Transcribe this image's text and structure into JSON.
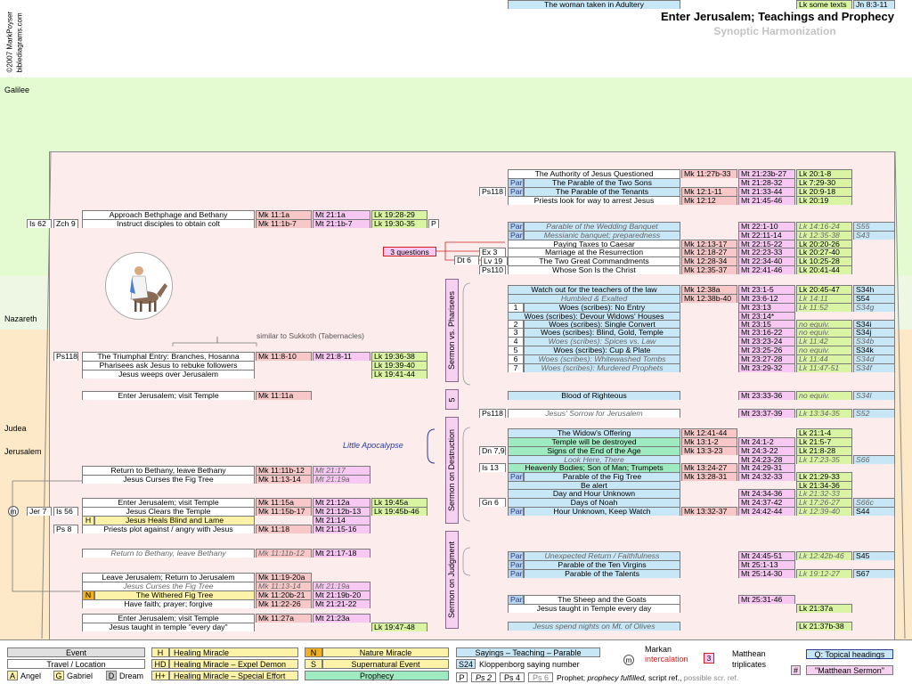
{
  "header": {
    "title": "Enter Jerusalem; Teachings and Prophecy",
    "subtitle": "Synoptic Harmonization",
    "credit": "©2007 MarkPoyser",
    "site": "biblediagrams.com"
  },
  "regions": {
    "galilee": "Galilee",
    "nazareth": "Nazareth",
    "judea": "Judea",
    "jerusalem": "Jerusalem"
  },
  "side": {
    "sermon_pharisees": "Sermon vs. Pharisees",
    "five": "5",
    "sermon_destruction": "Sermon on Destruction",
    "sermon_judgment": "Sermon on Judgment",
    "little_apocalypse": "Little Apocalypse",
    "three_questions": "3 questions",
    "sukkoth": "similar to Sukkoth (Tabernacles)",
    "m": "m",
    "icon": "donkey-rider-icon"
  },
  "left": [
    {
      "refs": [],
      "ev": "Approach Bethphage and Bethany",
      "mk": "Mk 11:1a",
      "mt": "Mt 21:1a",
      "lk": "Lk 19:28-29",
      "x": ""
    },
    {
      "refs": [
        "Is 62",
        "Zch 9"
      ],
      "ev": "Instruct disciples to obtain colt",
      "mk": "Mk 11:1b-7",
      "mt": "Mt 21:1b-7",
      "lk": "Lk 19:30-35",
      "x": "P"
    },
    {
      "refs": [
        "Ps118"
      ],
      "ev": "The Triumphal Entry: Branches, Hosanna",
      "mk": "Mk 11:8-10",
      "mt": "Mt 21:8-11",
      "lk": "Lk 19:36-38"
    },
    {
      "refs": [],
      "ev": "Pharisees ask Jesus to rebuke followers",
      "mk": "",
      "mt": "",
      "lk": "Lk 19:39-40"
    },
    {
      "refs": [],
      "ev": "Jesus weeps over Jerusalem",
      "mk": "",
      "mt": "",
      "lk": "Lk 19:41-44"
    },
    {
      "refs": [],
      "ev": "Enter Jerusalem; visit Temple",
      "mk": "Mk 11:11a",
      "mt": "",
      "lk": ""
    },
    {
      "refs": [],
      "ev": "Return to Bethany, leave Bethany",
      "mk": "Mk 11:11b-12",
      "mt": "Mt 21:17",
      "lk": ""
    },
    {
      "refs": [],
      "ev": "Jesus Curses the Fig Tree",
      "mk": "Mk 11:13-14",
      "mt": "Mt 21:19a",
      "lk": ""
    },
    {
      "refs": [],
      "ev": "Enter Jerusalem; visit Temple",
      "mk": "Mk 11:15a",
      "mt": "Mt 21:12a",
      "lk": "Lk 19:45a"
    },
    {
      "refs": [
        "Jer 7",
        "Is 56"
      ],
      "ev": "Jesus Clears the Temple",
      "mk": "Mk 11:15b-17",
      "mt": "Mt 21:12b-13",
      "lk": "Lk 19:45b-46"
    },
    {
      "refs": [],
      "tag": "H",
      "ev": "Jesus Heals Blind and Lame",
      "mk": "",
      "mt": "Mt 21:14",
      "lk": ""
    },
    {
      "refs": [
        "Ps 8"
      ],
      "ev": "Priests plot against / angry with Jesus",
      "mk": "Mk 11:18",
      "mt": "Mt 21:15-16",
      "lk": ""
    },
    {
      "refs": [],
      "ev": "Return to Bethany, leave Bethany",
      "mk": "Mk 11:11b-12",
      "mt": "Mt 21:17-18",
      "lk": ""
    },
    {
      "refs": [],
      "ev": "Leave Jerusalem; Return to Jerusalem",
      "mk": "Mk 11:19-20a",
      "mt": "",
      "lk": ""
    },
    {
      "refs": [],
      "ev": "Jesus Curses the Fig Tree",
      "mk": "Mk 11:13-14",
      "mt": "Mt 21:19a",
      "lk": ""
    },
    {
      "refs": [],
      "tag": "N",
      "ev": "The Withered Fig Tree",
      "mk": "Mk 11:20b-21",
      "mt": "Mt 21:19b-20",
      "lk": ""
    },
    {
      "refs": [],
      "ev": "Have faith; prayer; forgive",
      "mk": "Mk 11:22-26",
      "mt": "Mt 21:21-22",
      "lk": ""
    },
    {
      "refs": [],
      "ev": "Enter Jerusalem; visit Temple",
      "mk": "Mk 11:27a",
      "mt": "Mt 21:23a",
      "lk": ""
    },
    {
      "refs": [],
      "ev": "Jesus taught in temple \"every day\"",
      "mk": "",
      "mt": "",
      "lk": "Lk 19:47-48"
    }
  ],
  "right": [
    {
      "ref": "",
      "tag": "",
      "ev": "The Authority of Jesus Questioned",
      "mk": "Mk 11:27b-33",
      "mt": "Mt 21:23b-27",
      "lk": "Lk 20:1-8",
      "s": ""
    },
    {
      "ref": "",
      "tag": "Par",
      "ev": "The Parable of the Two Sons",
      "mk": "",
      "mt": "Mt 21:28-32",
      "lk": "Lk 7:29-30",
      "s": ""
    },
    {
      "ref": "Ps118",
      "tag": "Par",
      "ev": "The Parable of the Tenants",
      "mk": "Mk 12:1-11",
      "mt": "Mt 21:33-44",
      "lk": "Lk 20:9-18",
      "s": ""
    },
    {
      "ref": "",
      "tag": "",
      "ev": "Priests look for way to arrest Jesus",
      "mk": "Mk 12:12",
      "mt": "Mt 21:45-46",
      "lk": "Lk 20:19",
      "s": ""
    },
    {
      "ref": "",
      "tag": "Par",
      "ev": "Parable of the Wedding Banquet",
      "mk": "",
      "mt": "Mt 22:1-10",
      "lk": "Lk 14:16-24",
      "s": "S55"
    },
    {
      "ref": "",
      "tag": "Par",
      "ev": "Messianic banquet; preparedness",
      "mk": "",
      "mt": "Mt 22:11-14",
      "lk": "Lk 12:35-38",
      "s": "S43"
    },
    {
      "ref": "",
      "tag": "",
      "ev": "Paying Taxes to Caesar",
      "mk": "Mk 12:13-17",
      "mt": "Mt 22:15-22",
      "lk": "Lk 20:20-26",
      "s": ""
    },
    {
      "ref": "Ex 3",
      "tag": "",
      "ev": "Marriage at the Resurrection",
      "mk": "Mk 12:18-27",
      "mt": "Mt 22:23-33",
      "lk": "Lk 20:27-40",
      "s": ""
    },
    {
      "ref": "Lv 19",
      "ref2": "Dt 6",
      "tag": "",
      "ev": "The Two Great Commandments",
      "mk": "Mk 12:28-34",
      "mt": "Mt 22:34-40",
      "lk": "Lk 10:25-28",
      "s": ""
    },
    {
      "ref": "Ps110",
      "tag": "",
      "ev": "Whose Son Is the Christ",
      "mk": "Mk 12:35-37",
      "mt": "Mt 22:41-46",
      "lk": "Lk 20:41-44",
      "s": ""
    },
    {
      "ref": "",
      "tag": "",
      "ev": "Watch out for the teachers of the law",
      "mk": "Mk 12:38a",
      "mt": "Mt 23:1-5",
      "lk": "Lk 20:45-47",
      "s": "S34h"
    },
    {
      "ref": "",
      "tag": "",
      "ev": "Humbled & Exalted",
      "mk": "Mk 12:38b-40",
      "mt": "Mt 23:6-12",
      "lk": "Lk 14:11",
      "s": "S54"
    },
    {
      "ref": "",
      "tag": "1",
      "ev": "Woes (scribes): No Entry",
      "mk": "",
      "mt": "Mt 23:13",
      "lk": "Lk 11:52",
      "s": "S34g"
    },
    {
      "ref": "",
      "tag": "",
      "ev": "Woes (scribes): Devour Widows' Houses",
      "mk": "",
      "mt": "Mt 23:14*",
      "lk": "",
      "s": ""
    },
    {
      "ref": "",
      "tag": "2",
      "ev": "Woes (scribes): Single Convert",
      "mk": "",
      "mt": "Mt 23:15",
      "lk": "no equiv.",
      "s": "S34i"
    },
    {
      "ref": "",
      "tag": "3",
      "ev": "Woes (scribes): Blind, Gold, Temple",
      "mk": "",
      "mt": "Mt 23:16-22",
      "lk": "no equiv.",
      "s": "S34j"
    },
    {
      "ref": "",
      "tag": "4",
      "ev": "Woes (scribes): Spices vs. Law",
      "mk": "",
      "mt": "Mt 23:23-24",
      "lk": "Lk 11:42",
      "s": "S34b"
    },
    {
      "ref": "",
      "tag": "5",
      "ev": "Woes (scribes): Cup & Plate",
      "mk": "",
      "mt": "Mt 23:25-26",
      "lk": "no equiv.",
      "s": "S34k"
    },
    {
      "ref": "",
      "tag": "6",
      "ev": "Woes (scribes): Whitewashed Tombs",
      "mk": "",
      "mt": "Mt 23:27-28",
      "lk": "Lk 11:44",
      "s": "S34d"
    },
    {
      "ref": "",
      "tag": "7",
      "ev": "Woes (scribes): Murdered Prophets",
      "mk": "",
      "mt": "Mt 23:29-32",
      "lk": "Lk 11:47-51",
      "s": "S34f"
    },
    {
      "ref": "",
      "tag": "",
      "ev": "Blood of Righteous",
      "mk": "",
      "mt": "Mt 23:33-36",
      "lk": "no equiv.",
      "s": "S34l"
    },
    {
      "ref": "Ps118",
      "tag": "",
      "ev": "Jesus' Sorrow for Jerusalem",
      "mk": "",
      "mt": "Mt 23:37-39",
      "lk": "Lk 13:34-35",
      "s": "S52"
    },
    {
      "ref": "",
      "tag": "",
      "ev": "The Widow's Offering",
      "mk": "Mk 12:41-44",
      "mt": "",
      "lk": "Lk 21:1-4",
      "s": ""
    },
    {
      "ref": "",
      "tag": "",
      "ev": "Temple will be destroyed",
      "mk": "Mk 13:1-2",
      "mt": "Mt 24:1-2",
      "lk": "Lk 21:5-7",
      "s": ""
    },
    {
      "ref": "Dn 7,9",
      "tag": "",
      "ev": "Signs of the End of the Age",
      "mk": "Mk 13:3-23",
      "mt": "Mt 24:3-22",
      "lk": "Lk 21:8-28",
      "s": ""
    },
    {
      "ref": "",
      "tag": "",
      "ev": "Look Here, There",
      "mk": "",
      "mt": "Mt 24:23-28",
      "lk": "Lk 17:23-35",
      "s": "S66"
    },
    {
      "ref": "Is 13",
      "tag": "",
      "ev": "Heavenly Bodies; Son of Man; Trumpets",
      "mk": "Mk 13:24-27",
      "mt": "Mt 24:29-31",
      "lk": "",
      "s": ""
    },
    {
      "ref": "",
      "tag": "Par",
      "ev": "Parable of the Fig Tree",
      "mk": "Mk 13:28-31",
      "mt": "Mt 24:32-33",
      "lk": "Lk 21:29-33",
      "s": ""
    },
    {
      "ref": "",
      "tag": "",
      "ev": "Be alert",
      "mk": "",
      "mt": "",
      "lk": "Lk 21:34-36",
      "s": ""
    },
    {
      "ref": "",
      "tag": "",
      "ev": "Day and Hour Unknown",
      "mk": "",
      "mt": "Mt 24:34-36",
      "lk": "Lk 21:32-33",
      "s": ""
    },
    {
      "ref": "Gn 6",
      "tag": "",
      "ev": "Days of Noah",
      "mk": "",
      "mt": "Mt 24:37-42",
      "lk": "Lk 17:26-27",
      "s": "S66c"
    },
    {
      "ref": "",
      "tag": "Par",
      "ev": "Hour Unknown, Keep Watch",
      "mk": "Mk 13:32-37",
      "mt": "Mt 24:42-44",
      "lk": "Lk 12:39-40",
      "s": "S44"
    },
    {
      "ref": "",
      "tag": "Par",
      "ev": "Unexpected Return / Faithfulness",
      "mk": "",
      "mt": "Mt 24:45-51",
      "lk": "Lk 12:42b-46",
      "s": "S45"
    },
    {
      "ref": "",
      "tag": "Par",
      "ev": "Parable of the Ten Virgins",
      "mk": "",
      "mt": "Mt 25:1-13",
      "lk": "",
      "s": ""
    },
    {
      "ref": "",
      "tag": "Par",
      "ev": "Parable of the Talents",
      "mk": "",
      "mt": "Mt 25:14-30",
      "lk": "Lk 19:12-27",
      "s": "S67"
    },
    {
      "ref": "",
      "tag": "Par",
      "ev": "The Sheep and the Goats",
      "mk": "",
      "mt": "Mt 25:31-46",
      "lk": "",
      "s": ""
    },
    {
      "ref": "",
      "tag": "",
      "ev": "Jesus taught in Temple every day",
      "mk": "",
      "mt": "",
      "lk": "Lk 21:37a",
      "s": ""
    },
    {
      "ref": "",
      "tag": "",
      "ev": "Jesus spend nights on Mt. of Olives",
      "mk": "",
      "mt": "",
      "lk": "Lk 21:37b-38",
      "s": ""
    },
    {
      "ref": "",
      "tag": "",
      "ev": "The woman taken in Adultery",
      "mk": "",
      "mt": "",
      "lk": "Lk some texts",
      "s": "Jn 8:3-11"
    }
  ],
  "legend": {
    "event": "Event",
    "travel": "Travel / Location",
    "angel_k": "A",
    "angel": "Angel",
    "gabriel_k": "G",
    "gabriel": "Gabriel",
    "dream_k": "D",
    "dream": "Dream",
    "h_k": "H",
    "h": "Healing Miracle",
    "hd_k": "HD",
    "hd": "Healing Miracle – Expel Demon",
    "hp_k": "H+",
    "hp": "Healing Miracle – Special Effort",
    "n_k": "N",
    "n": "Nature Miracle",
    "s_k": "S",
    "s": "Supernatural Event",
    "prophecy": "Prophecy",
    "sayings": "Sayings – Teaching – Parable",
    "s24_k": "S24",
    "s24": "Kloppenborg saying number",
    "p_k": "P",
    "ps2": "Ps 2",
    "ps4": "Ps 4",
    "ps6": "Ps 6",
    "prophet": "Prophet;",
    "prophecy_fulfilled": "prophecy fulfilled,",
    "script_ref": "script ref.,",
    "possible": "possible scr. ref.",
    "markan": "Markan",
    "intercalation": "intercalation",
    "matthean": "Matthean",
    "triplicates": "triplicates",
    "three": "3",
    "topical": "Q: Topical headings",
    "hash": "#",
    "matthean_sermon": "\"Matthean Sermon\"",
    "m": "m"
  }
}
